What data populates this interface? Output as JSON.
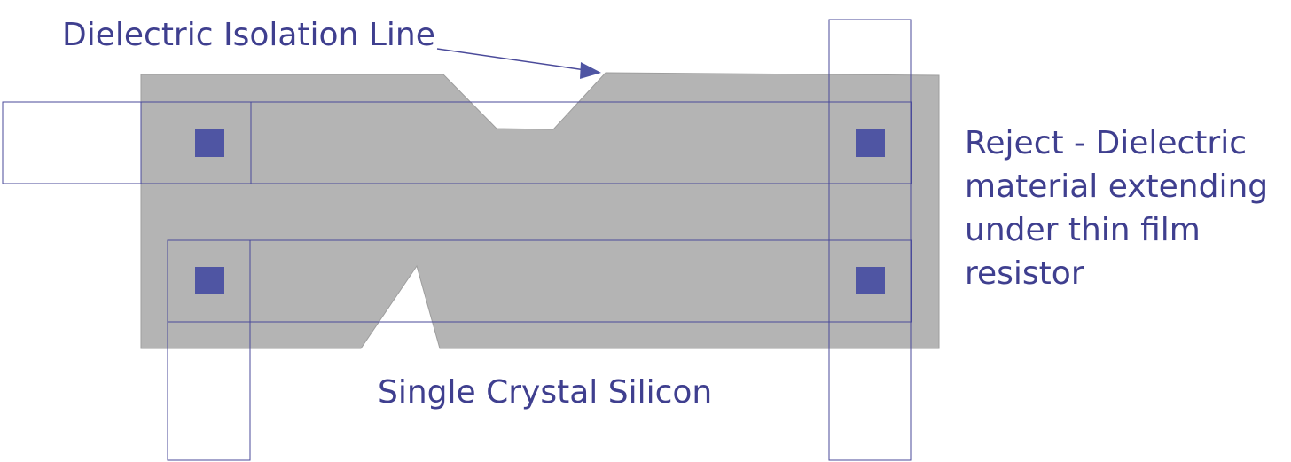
{
  "colors": {
    "background": "#ffffff",
    "silicon_fill": "#b4b4b4",
    "outline": "#4a4a9a",
    "contact_fill": "#4f55a3",
    "text": "#3f3f8f"
  },
  "labels": {
    "isolation_line": "Dielectric Isolation Line",
    "single_crystal_silicon": "Single Crystal Silicon",
    "reject_lines": [
      "Reject - Dielectric",
      "material extending",
      "under thin film",
      "resistor"
    ]
  },
  "icons": {
    "arrow": "arrow-pointer",
    "contact": "square-contact"
  }
}
